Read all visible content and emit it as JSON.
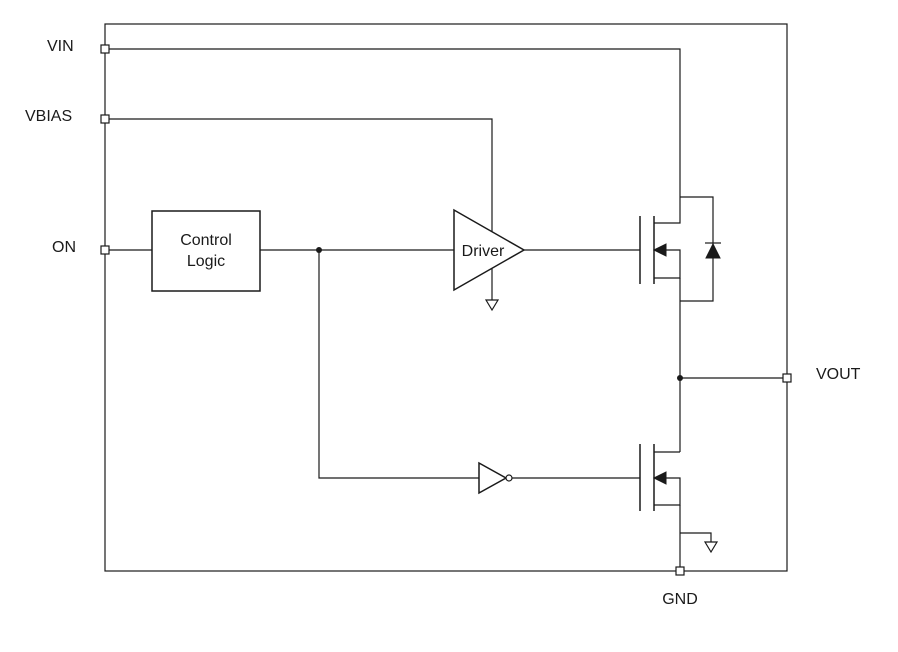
{
  "pins": {
    "vin": "VIN",
    "vbias": "VBIAS",
    "on": "ON",
    "vout": "VOUT",
    "gnd": "GND"
  },
  "blocks": {
    "control_logic_line1": "Control",
    "control_logic_line2": "Logic",
    "driver": "Driver"
  }
}
